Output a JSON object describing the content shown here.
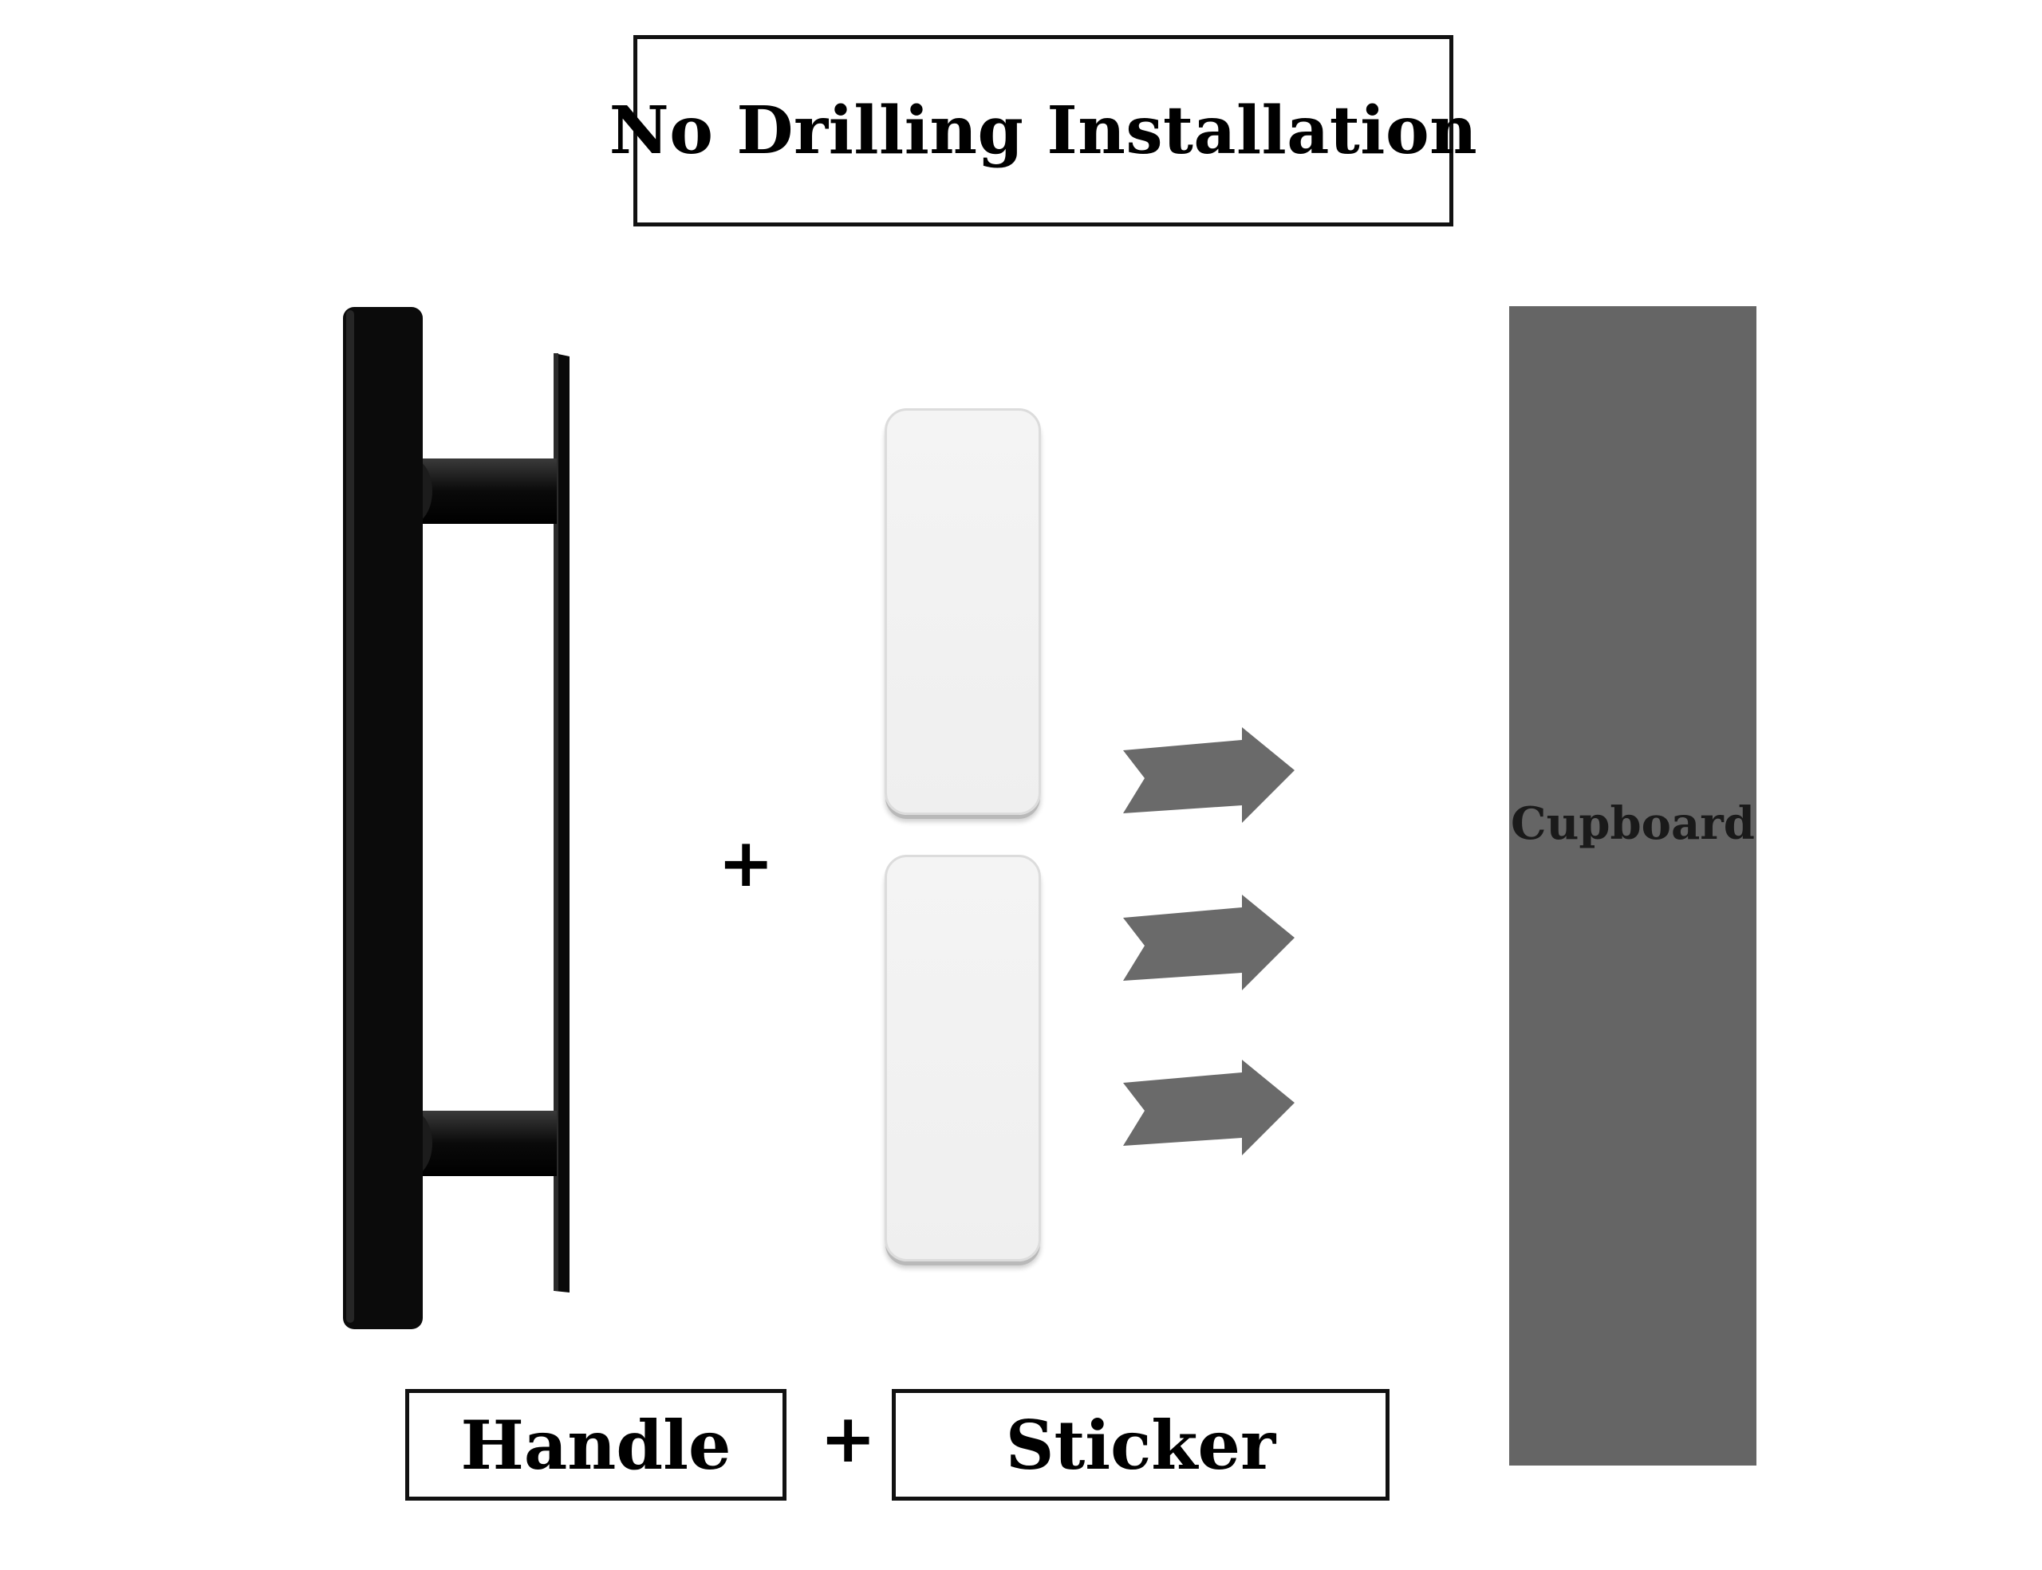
{
  "title": "No Drilling Installation",
  "plus_symbol": "+",
  "cupboard_label": "Cupboard",
  "labels": {
    "handle": "Handle",
    "sticker": "Sticker"
  },
  "colors": {
    "handle": "#0a0a0a",
    "cupboard": "#656565",
    "arrow": "#6a6a6a",
    "sticker": "#f2f2f2"
  },
  "icons": [
    "handle-icon",
    "sticker-icon",
    "arrow-right-icon"
  ]
}
